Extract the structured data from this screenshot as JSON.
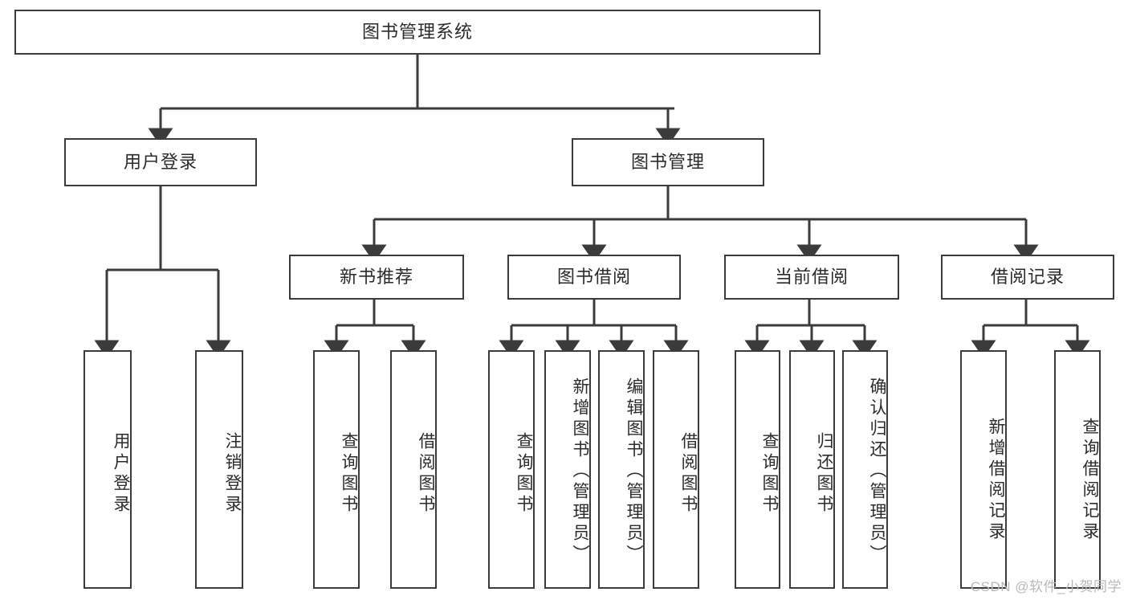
{
  "diagram": {
    "title": "图书管理系统",
    "watermark": "CSDN @软件_小贺同学",
    "line_color": "#3b3b3b",
    "text_color": "#2b2b2b",
    "background": "#ffffff",
    "root": {
      "label": "图书管理系统"
    },
    "level2": [
      {
        "label": "用户登录"
      },
      {
        "label": "图书管理"
      }
    ],
    "level3": [
      {
        "label": "新书推荐"
      },
      {
        "label": "图书借阅"
      },
      {
        "label": "当前借阅"
      },
      {
        "label": "借阅记录"
      }
    ],
    "leaves": {
      "user_login": [
        {
          "label": "用户登录"
        },
        {
          "label": "注销登录"
        }
      ],
      "new_book": [
        {
          "label": "查询图书"
        },
        {
          "label": "借阅图书"
        }
      ],
      "borrow_book": [
        {
          "label": "查询图书"
        },
        {
          "label": "新增图书（管理员）"
        },
        {
          "label": "编辑图书（管理员）"
        },
        {
          "label": "借阅图书"
        }
      ],
      "current_borrow": [
        {
          "label": "查询图书"
        },
        {
          "label": "归还图书"
        },
        {
          "label": "确认归还（管理员）"
        }
      ],
      "borrow_record": [
        {
          "label": "新增借阅记录"
        },
        {
          "label": "查询借阅记录"
        }
      ]
    }
  }
}
